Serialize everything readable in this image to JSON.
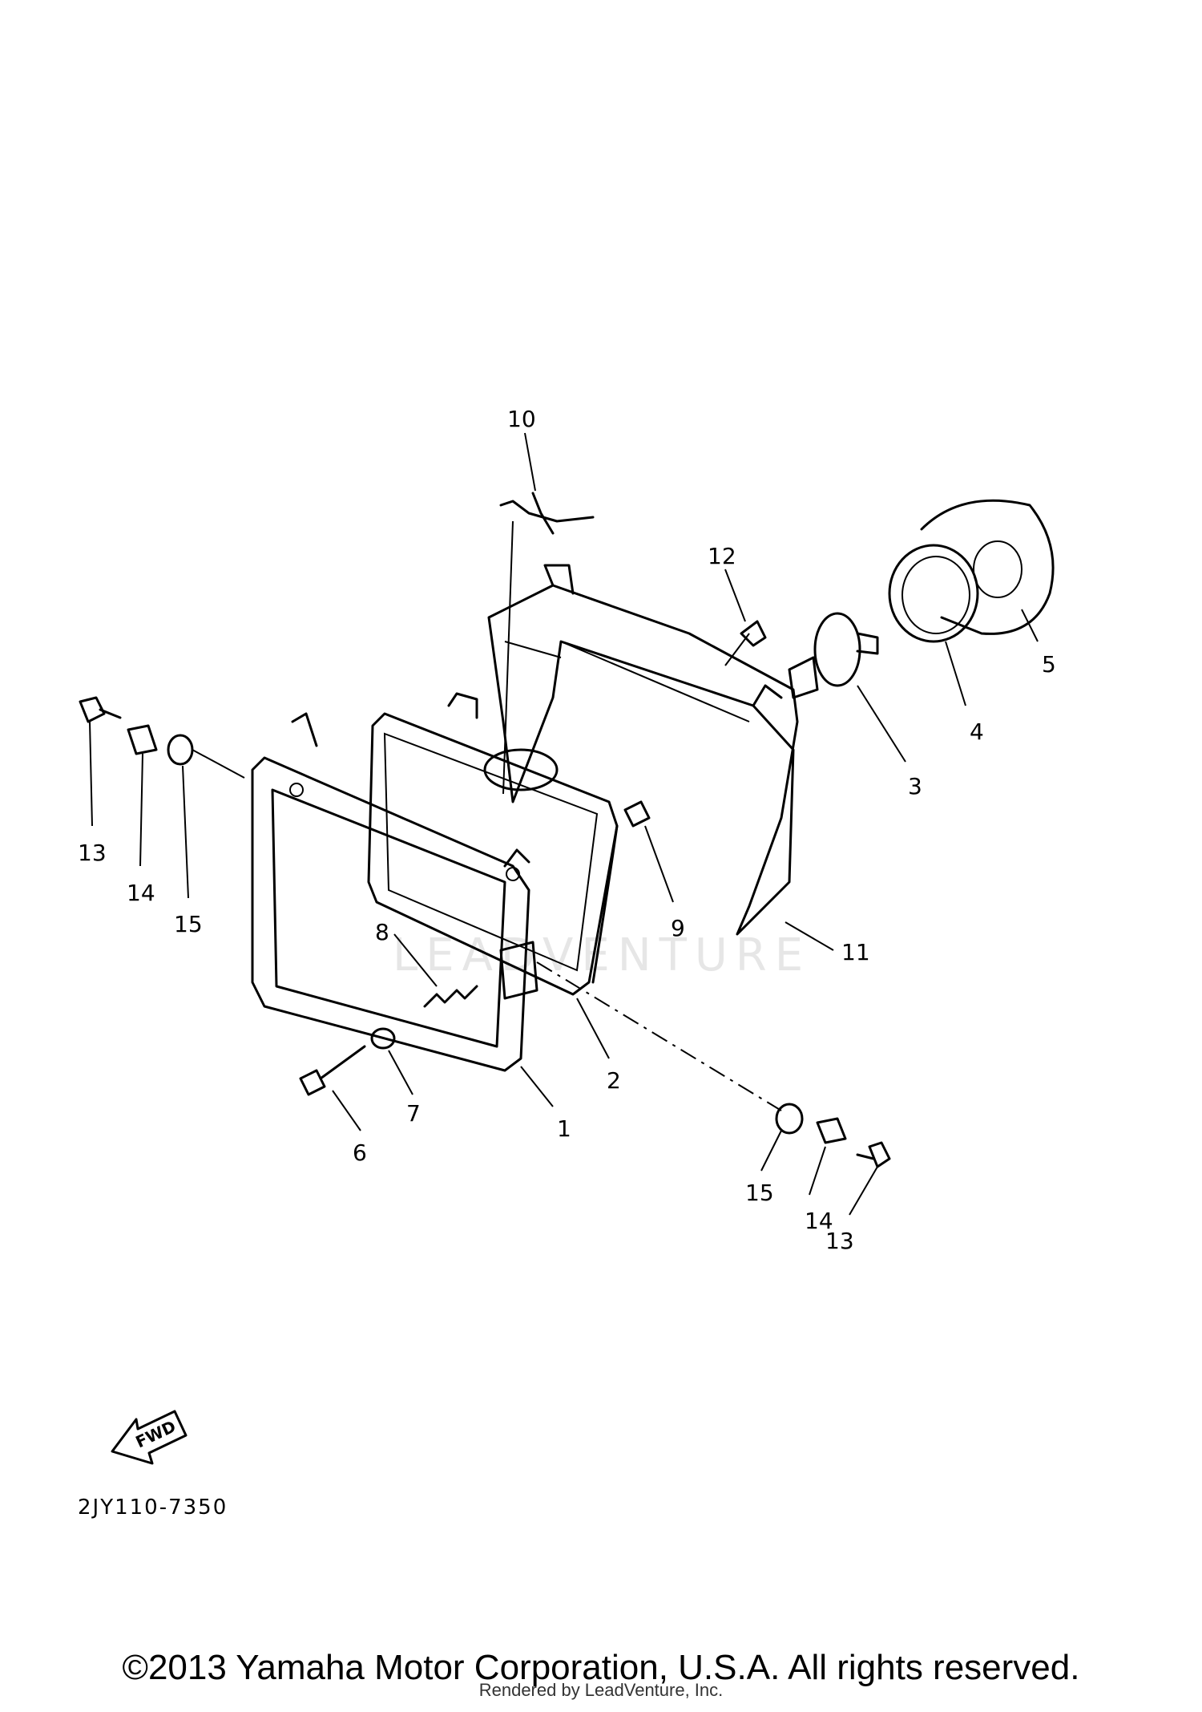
{
  "diagram": {
    "watermark": "LEADVENTURE",
    "fwd_label": "FWD",
    "diagram_code": "2JY110-7350",
    "copyright": "©2013 Yamaha Motor Corporation, U.S.A. All rights reserved.",
    "rendered_by": "Rendered by LeadVenture, Inc.",
    "callouts": [
      "10",
      "12",
      "5",
      "4",
      "3",
      "13",
      "14",
      "15",
      "9",
      "11",
      "8",
      "2",
      "7",
      "1",
      "6",
      "15",
      "14",
      "13"
    ]
  }
}
